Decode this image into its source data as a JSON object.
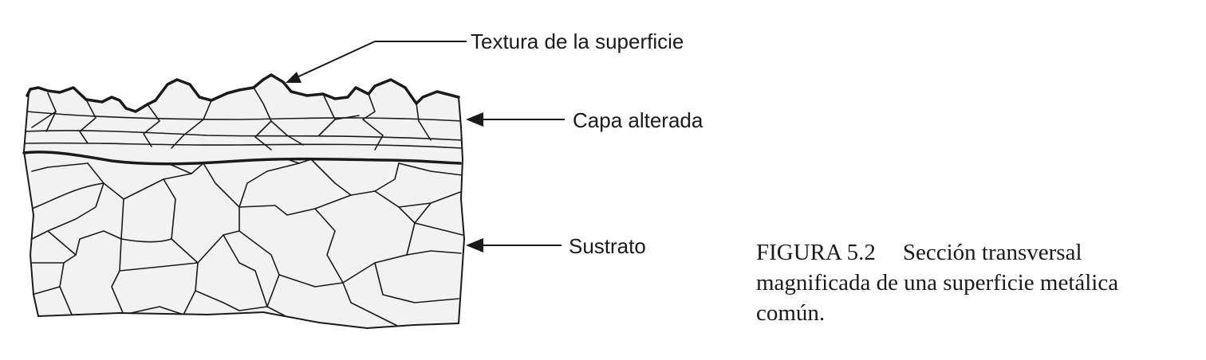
{
  "labels": {
    "surface_texture": "Textura de la superficie",
    "altered_layer": "Capa alterada",
    "substrate": "Sustrato"
  },
  "caption": {
    "number": "FIGURA 5.2",
    "line1": "Sección transversal",
    "line2": "magnificada de una superficie metálica",
    "line3": "común."
  },
  "colors": {
    "ink": "#1a1a1a",
    "fill": "#f2f2f2"
  }
}
